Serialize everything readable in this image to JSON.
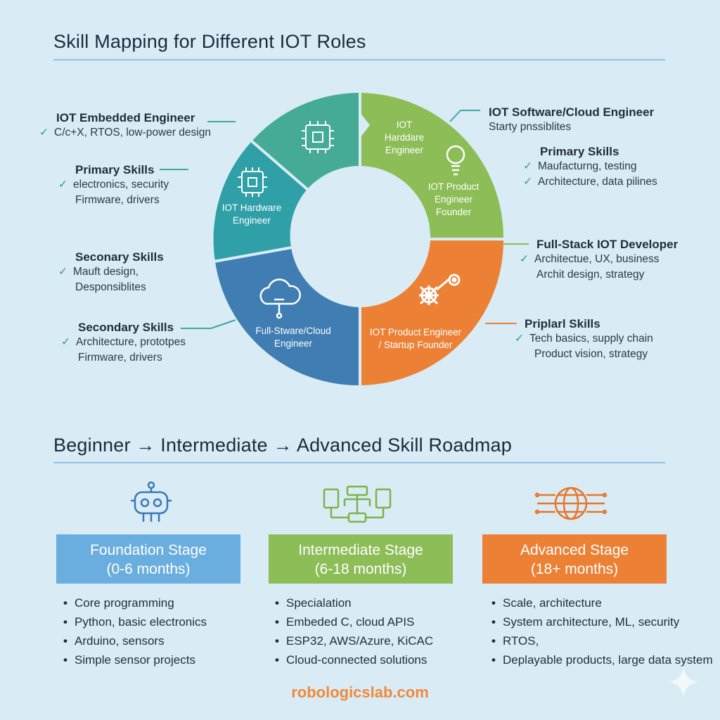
{
  "titles": {
    "top": "Skill Mapping for Different IOT Roles",
    "bottom": "Beginner → Intermediate → Advanced Skill Roadmap"
  },
  "colors": {
    "teal": "#3aa8a0",
    "green": "#8cbd56",
    "blue": "#3f7db2",
    "orange": "#ec8136",
    "light_blue_box": "#6aaedf",
    "footer": "#f0893a"
  },
  "ring": {
    "segments": [
      {
        "lines": [
          "IOT Hardware",
          "Engineer"
        ],
        "icon": "chip-icon",
        "color": "#3aa8a0"
      },
      {
        "lines": [
          "IOT",
          "Harddare",
          "Engineer"
        ],
        "color": "#8cbd56"
      },
      {
        "lines": [
          "IOT Product",
          "Engineer",
          "Founder"
        ],
        "icon": "lightbulb-icon"
      },
      {
        "lines": [
          "Full-Stware/Cloud",
          "Engineer"
        ],
        "icon": "cloud-icon",
        "color": "#3f7db2"
      },
      {
        "lines": [
          "IOT Product Engineer",
          "/ Startup Founder"
        ],
        "icon": "gears-icon",
        "color": "#ec8136"
      }
    ]
  },
  "left_labels": [
    {
      "title": "IOT Embedded Engineer",
      "lines": [
        {
          "check": true,
          "text": "C/c+X, RTOS, low-power design"
        }
      ]
    },
    {
      "title": "Primary Skills",
      "lines": [
        {
          "check": true,
          "text": "electronics, security"
        },
        {
          "check": false,
          "text": "Firmware, drivers"
        }
      ]
    },
    {
      "title": "Seconary Skills",
      "lines": [
        {
          "check": true,
          "text": "Mauft design,"
        },
        {
          "check": false,
          "text": "Desponsiblites"
        }
      ]
    },
    {
      "title": "Secondary Skills",
      "lines": [
        {
          "check": true,
          "text": "Architecture, prototpes"
        },
        {
          "check": false,
          "text": "Firmware, drivers"
        }
      ]
    }
  ],
  "right_labels": [
    {
      "title": "IOT Software/Cloud Engineer",
      "lines": [
        {
          "check": false,
          "text": "Starty pnssiblites"
        }
      ]
    },
    {
      "title": "Primary Skills",
      "lines": [
        {
          "check": true,
          "text": "Maufacturng, testing"
        },
        {
          "check": true,
          "text": "Architecture, data pilines"
        }
      ]
    },
    {
      "title": "Full-Stack IOT Developer",
      "lines": [
        {
          "check": true,
          "text": "Architectue, UX, business"
        },
        {
          "check": false,
          "text": "Archit design, strategy"
        }
      ]
    },
    {
      "title": "Priplarl Skills",
      "lines": [
        {
          "check": true,
          "text": "Tech basics, supply chain"
        },
        {
          "check": false,
          "text": "Product vision, strategy"
        }
      ]
    }
  ],
  "stages": [
    {
      "title": "Foundation Stage",
      "duration": "(0-6 months)",
      "color": "#6aaedf",
      "icon": "robot-icon",
      "items": [
        "Core programming",
        "Python, basic electronics",
        "Arduino, sensors",
        "Simple sensor projects"
      ]
    },
    {
      "title": "Intermediate Stage",
      "duration": "(6-18 months)",
      "color": "#8cbd56",
      "icon": "network-devices-icon",
      "items": [
        "Specialation",
        "Embeded C, cloud APIS",
        "ESP32, AWS/Azure, KiCAC",
        "Cloud-connected solutions"
      ]
    },
    {
      "title": "Advanced Stage",
      "duration": "(18+ months)",
      "color": "#ec8136",
      "icon": "globe-network-icon",
      "items": [
        "Scale, architecture",
        "System architecture, ML, security",
        "RTOS,",
        "Deplayable products, large data system"
      ]
    }
  ],
  "footer": "robologicslab.com"
}
